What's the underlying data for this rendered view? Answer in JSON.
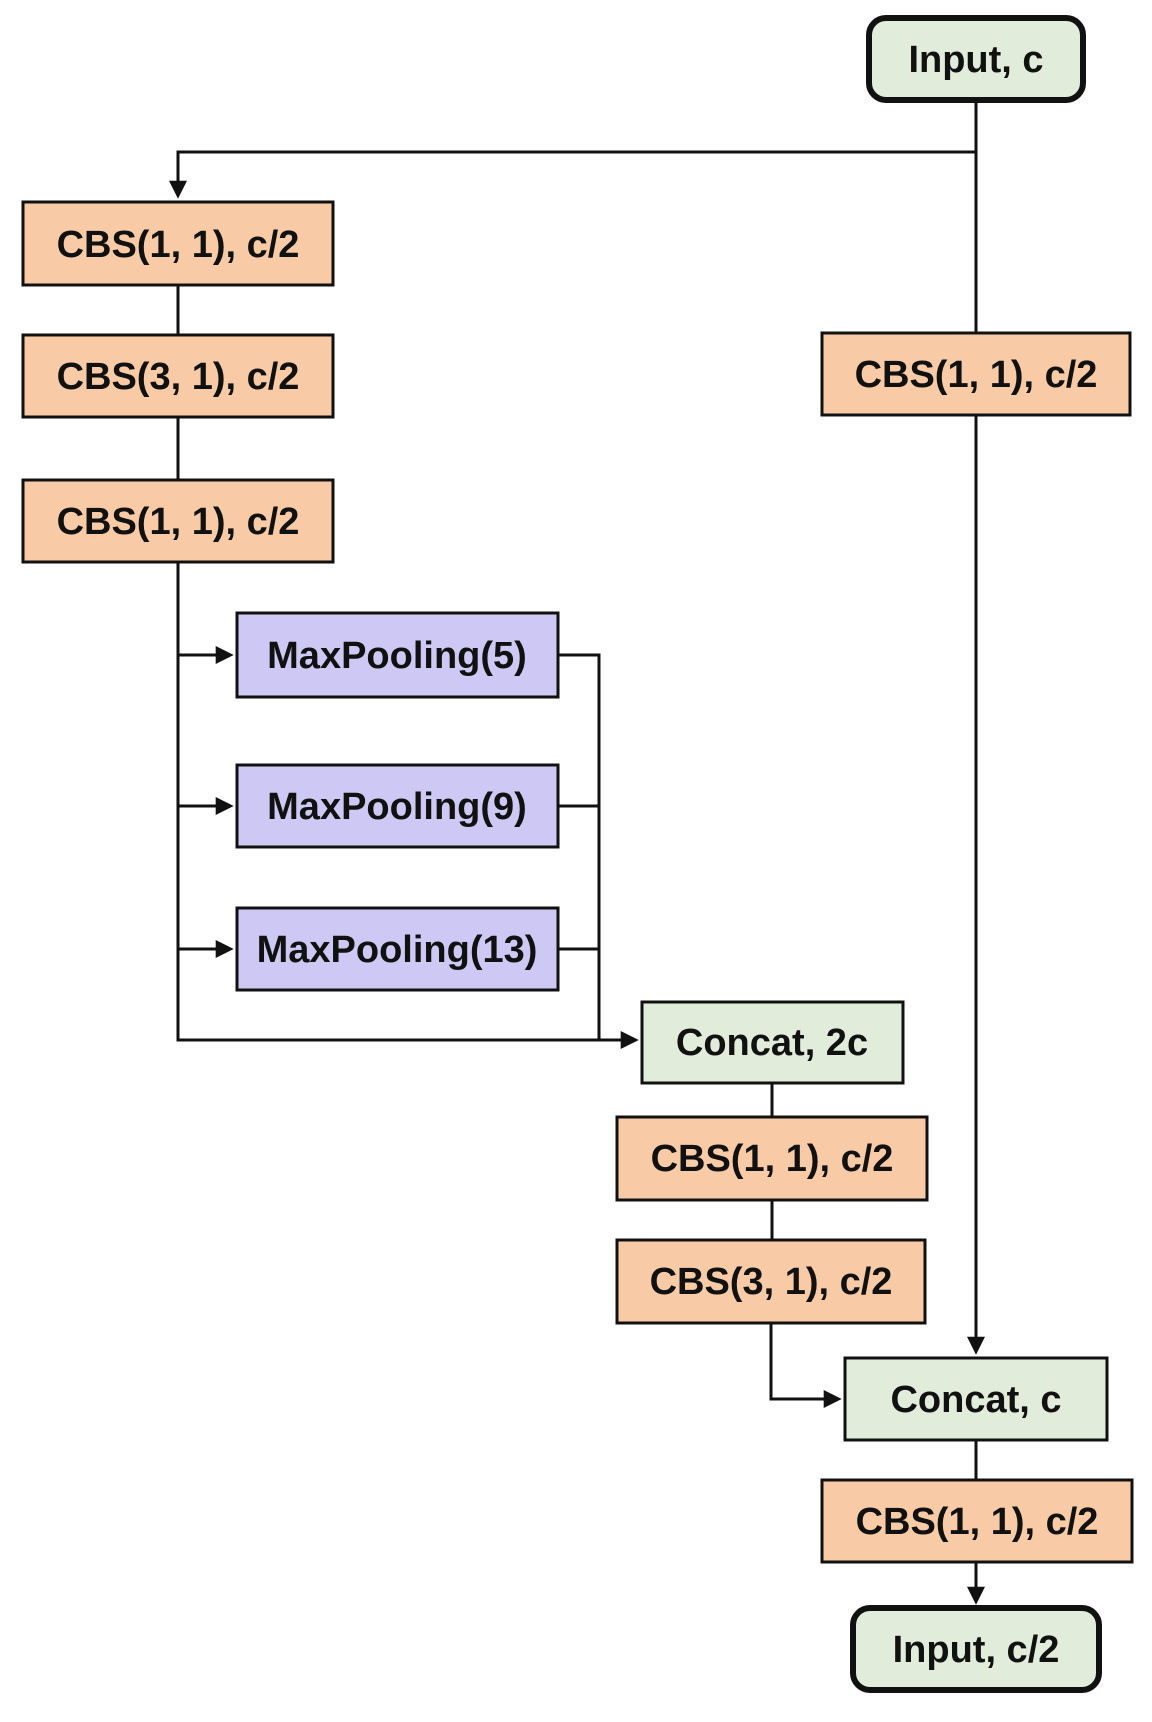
{
  "diagram": {
    "type": "flowchart-neural-block",
    "colors": {
      "node_green": "#e1edda",
      "node_orange": "#f8cba6",
      "node_purple": "#cdc9f4",
      "border": "#111111",
      "connector": "#111111",
      "text": "#111111",
      "background": "#ffffff"
    },
    "nodes": {
      "input-top": {
        "label": "Input, c"
      },
      "cbs-left-1": {
        "label": "CBS(1, 1), c/2"
      },
      "cbs-left-2": {
        "label": "CBS(3, 1), c/2"
      },
      "cbs-left-3": {
        "label": "CBS(1, 1), c/2"
      },
      "maxpool-5": {
        "label": "MaxPooling(5)"
      },
      "maxpool-9": {
        "label": "MaxPooling(9)"
      },
      "maxpool-13": {
        "label": "MaxPooling(13)"
      },
      "concat-2c": {
        "label": "Concat, 2c"
      },
      "cbs-mid-1": {
        "label": "CBS(1, 1), c/2"
      },
      "cbs-mid-2": {
        "label": "CBS(3, 1), c/2"
      },
      "cbs-right-1": {
        "label": "CBS(1, 1), c/2"
      },
      "concat-c": {
        "label": "Concat, c"
      },
      "cbs-bottom-1": {
        "label": "CBS(1, 1), c/2"
      },
      "input-bottom": {
        "label": "Input, c/2"
      }
    }
  }
}
